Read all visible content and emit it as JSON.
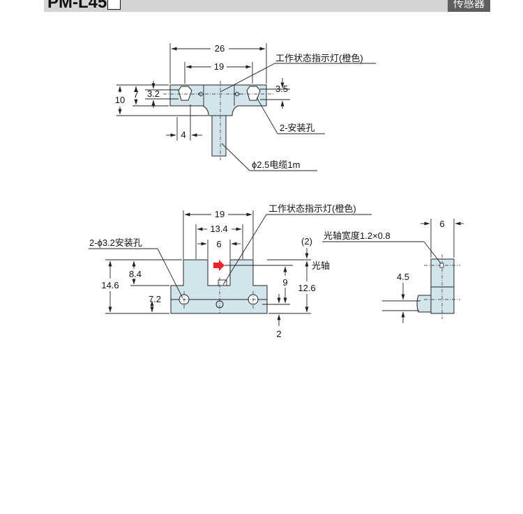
{
  "header": {
    "model": "PM-L45",
    "category": "传感器"
  },
  "top_view": {
    "dim_total_width": "26",
    "dim_hole_pitch": "19",
    "dim_height": "10",
    "dim_inner_height": "7",
    "dim_hole_left": "3.2",
    "dim_hole_right": "3.5",
    "dim_cable_offset": "4",
    "label_indicator": "工作状态指示灯(橙色)",
    "label_mount_holes": "2-安装孔",
    "label_cable": "ϕ2.5电缆1m"
  },
  "front_view": {
    "dim_hole_pitch": "19",
    "dim_slot_outer": "13.4",
    "dim_slot_width": "6",
    "dim_total_height": "14.6",
    "dim_slot_depth": "8.4",
    "dim_hole_height": "7.2",
    "dim_axis_height": "9",
    "dim_right_height": "12.6",
    "dim_gap_paren": "(2)",
    "dim_bottom": "2",
    "label_indicator": "工作状态指示灯(橙色)",
    "label_mount_holes": "2-ϕ3.2安装孔",
    "label_optical_axis": "光轴"
  },
  "side_view": {
    "dim_width": "6",
    "dim_cable_height": "4.5",
    "label_axis_width": "光轴宽度1.2×0.8"
  },
  "colors": {
    "body": "#d2e4ec",
    "indicator_arrow": "#e8262a",
    "header_bar": "#d3d3d3",
    "category_tag": "#5f5f5f"
  }
}
